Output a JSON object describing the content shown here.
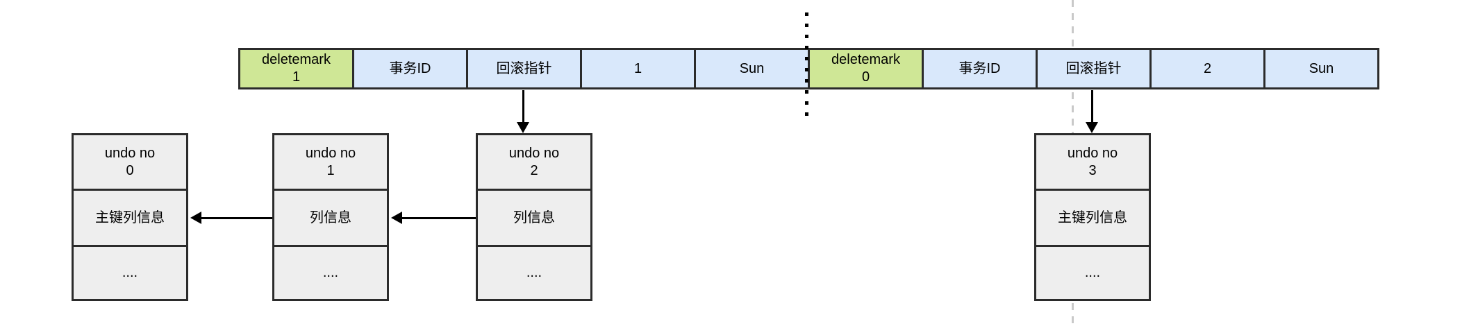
{
  "colors": {
    "delete_mark_fill": "#cfe796",
    "record_cell_fill": "#d9e8fb",
    "undo_box_fill": "#eeeeee",
    "border": "#2b2b2b",
    "dashed_guideline": "#c9c9c9",
    "dotted_separator": "#000000",
    "arrow": "#000000"
  },
  "records": [
    {
      "cells": [
        {
          "line1": "deletemark",
          "line2": "1"
        },
        {
          "line1": "事务ID"
        },
        {
          "line1": "回滚指针"
        },
        {
          "line1": "1"
        },
        {
          "line1": "Sun"
        }
      ]
    },
    {
      "cells": [
        {
          "line1": "deletemark",
          "line2": "0"
        },
        {
          "line1": "事务ID"
        },
        {
          "line1": "回滚指针"
        },
        {
          "line1": "2"
        },
        {
          "line1": "Sun"
        }
      ]
    }
  ],
  "undo_boxes": [
    {
      "title": "undo no",
      "number": "0",
      "info": "主键列信息",
      "more": "...."
    },
    {
      "title": "undo no",
      "number": "1",
      "info": "列信息",
      "more": "...."
    },
    {
      "title": "undo no",
      "number": "2",
      "info": "列信息",
      "more": "...."
    },
    {
      "title": "undo no",
      "number": "3",
      "info": "主键列信息",
      "more": "...."
    }
  ]
}
